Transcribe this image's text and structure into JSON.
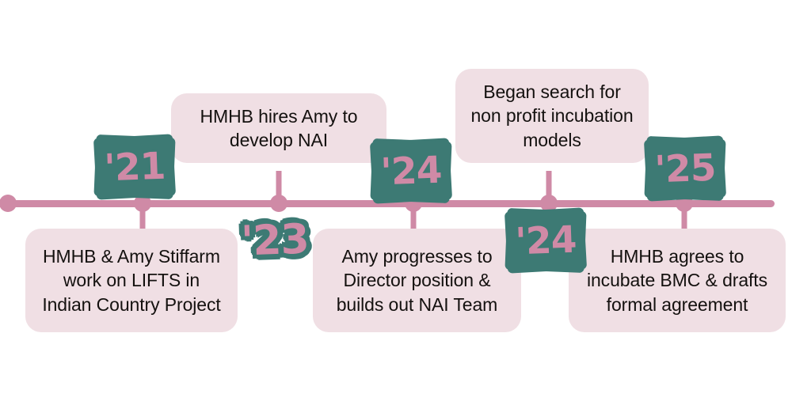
{
  "timeline": {
    "colors": {
      "axis": "#cf8aa6",
      "card_background": "#f0dfe4",
      "badge_plate": "#3d7a74",
      "badge_text": "#cf8aa6",
      "card_text": "#14110f",
      "page_background": "#ffffff"
    },
    "axis": {
      "orientation": "horizontal",
      "dot_count": 6
    },
    "events": [
      {
        "year_label": "'21",
        "badge_style": "plate",
        "position": "above",
        "text": "HMHB & Amy Stiffarm work on LIFTS in Indian Country Project",
        "card_position": "below"
      },
      {
        "year_label": "'23",
        "badge_style": "outline",
        "position": "below",
        "text": "HMHB hires Amy to develop NAI",
        "card_position": "above"
      },
      {
        "year_label": "'24",
        "badge_style": "plate",
        "position": "above",
        "text": "Amy progresses to Director position & builds out NAI Team",
        "card_position": "below"
      },
      {
        "year_label": "'24",
        "badge_style": "plate",
        "position": "below",
        "text": "Began search for non profit incubation models",
        "card_position": "above"
      },
      {
        "year_label": "'25",
        "badge_style": "plate",
        "position": "above",
        "text": "HMHB agrees to incubate BMC & drafts formal agreement",
        "card_position": "below"
      }
    ]
  }
}
